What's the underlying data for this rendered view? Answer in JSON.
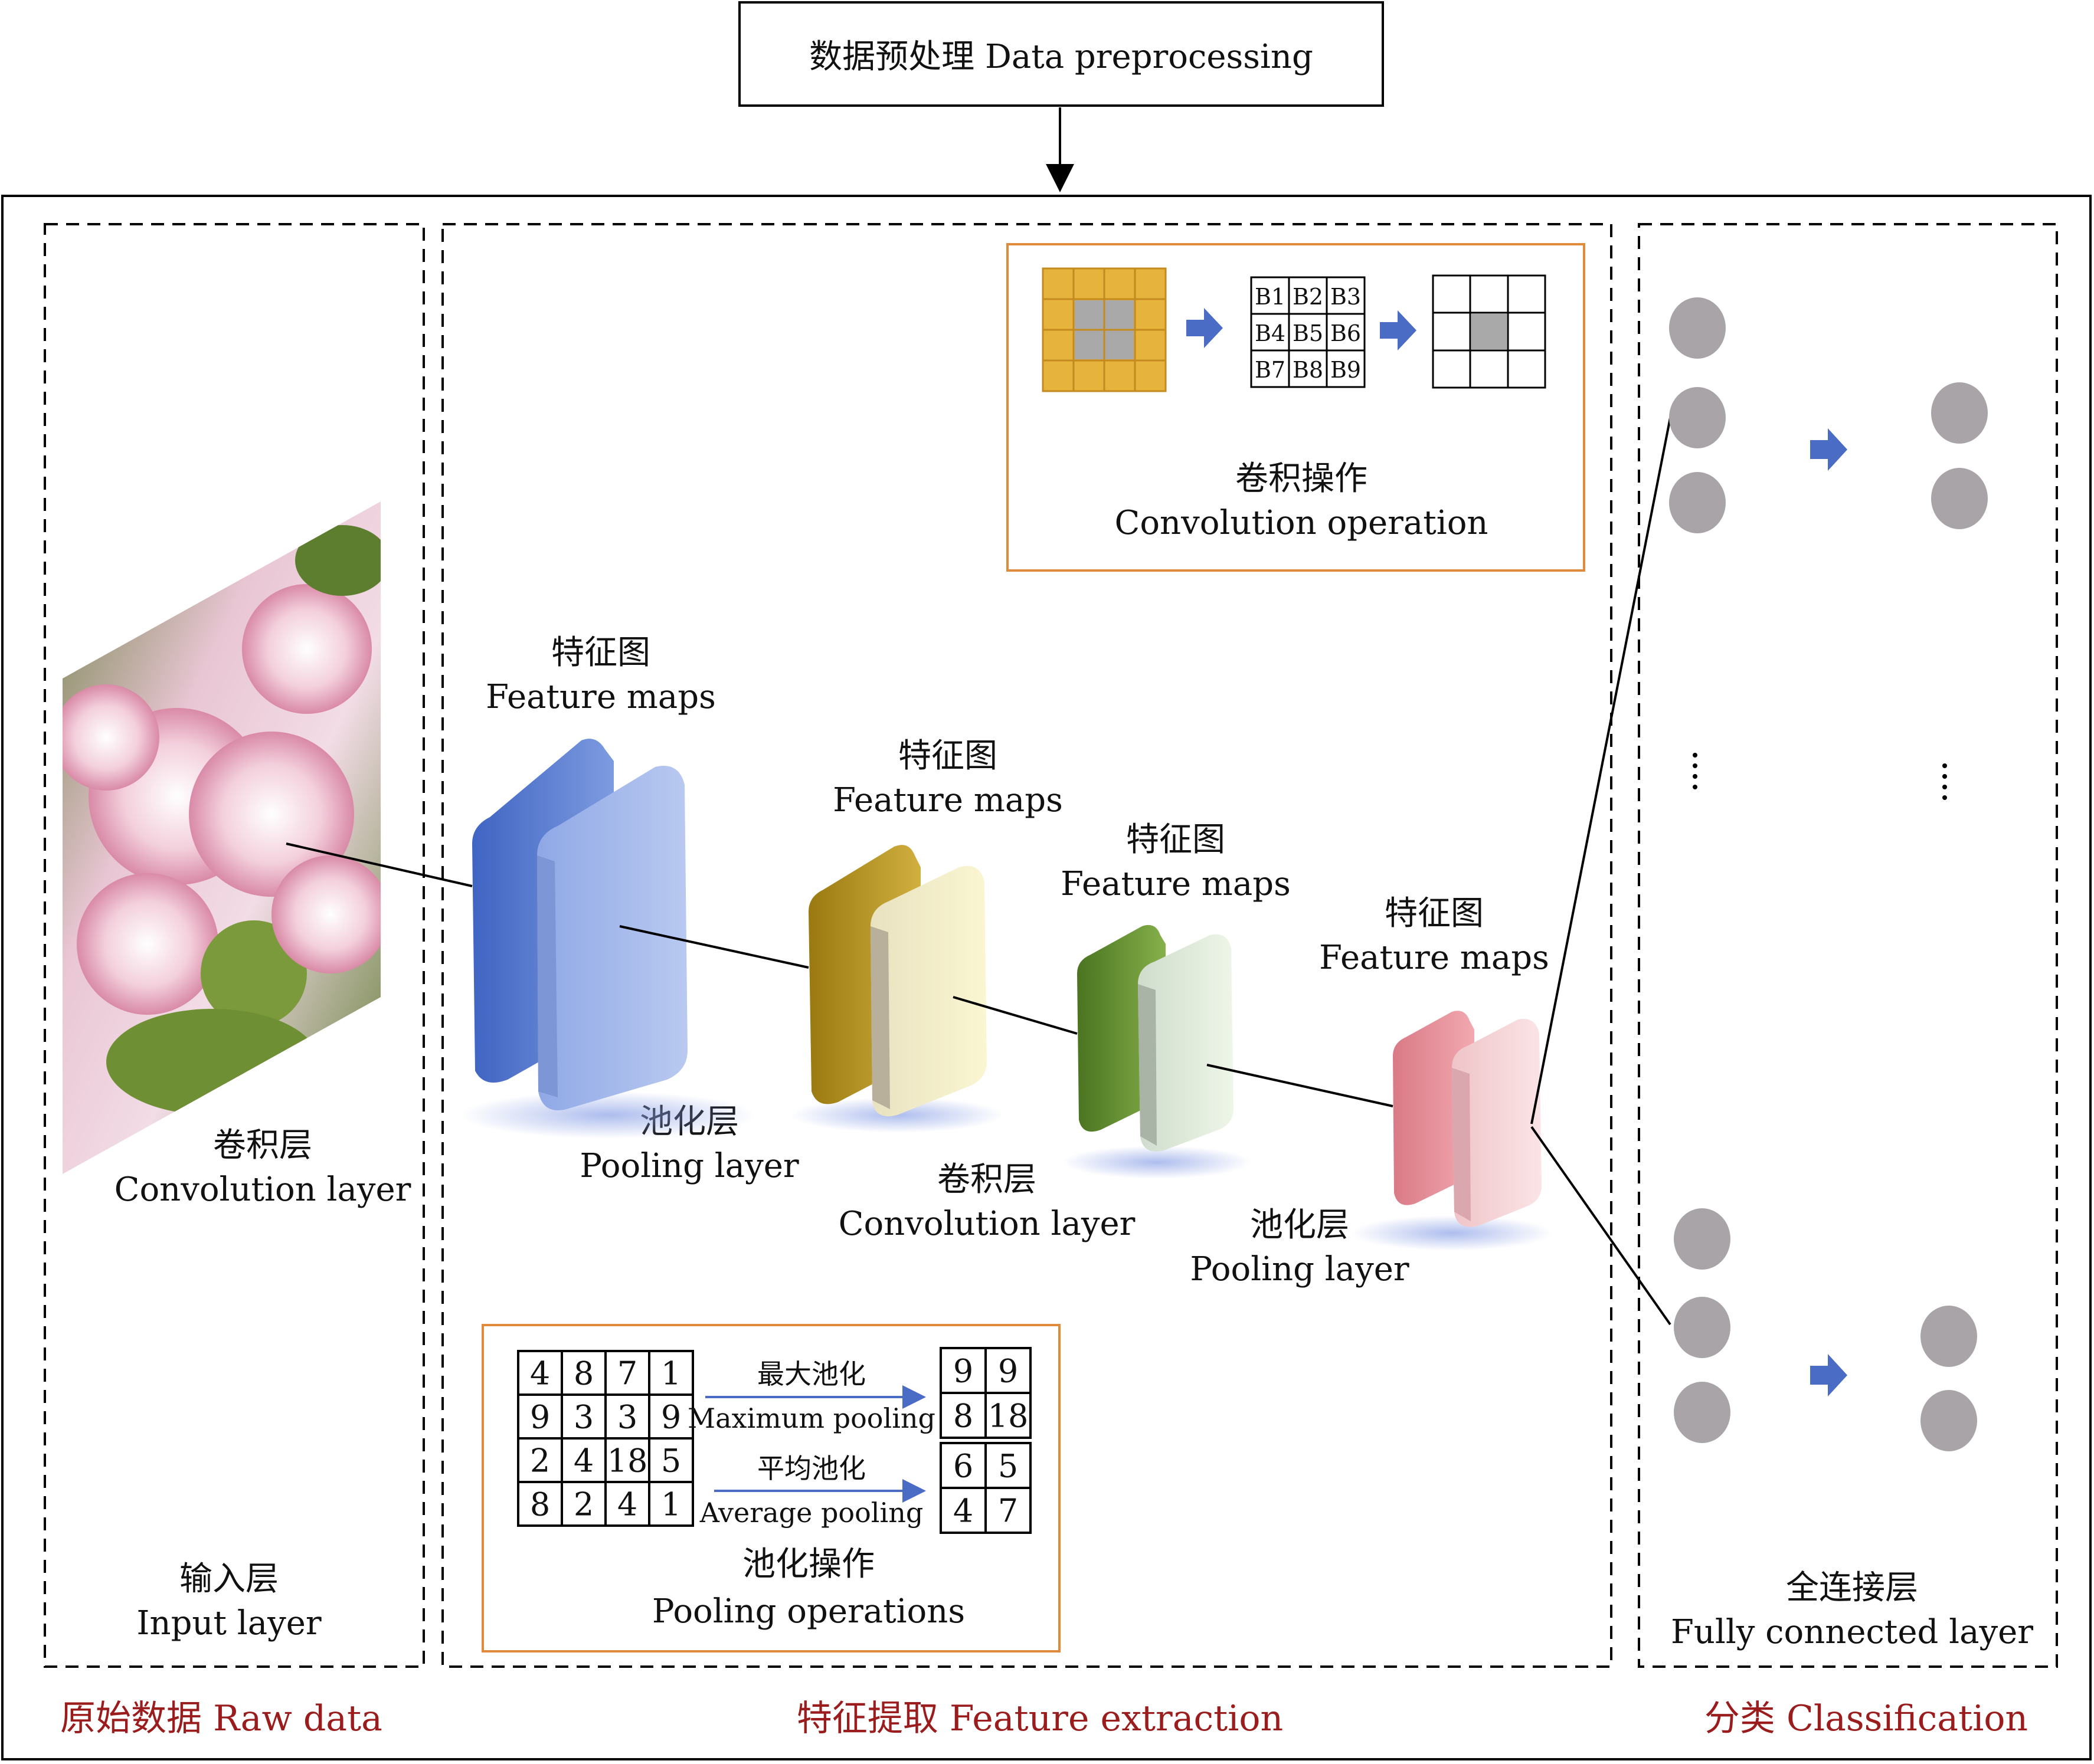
{
  "top_box": {
    "label": "数据预处理 Data preprocessing"
  },
  "sections": {
    "raw": "原始数据 Raw data",
    "feature": "特征提取 Feature extraction",
    "classify": "分类 Classification"
  },
  "input_layer": {
    "zh": "输入层",
    "en": "Input layer"
  },
  "conv_layer_1": {
    "zh": "卷积层",
    "en": "Convolution layer"
  },
  "fmap_1": {
    "zh": "特征图",
    "en": "Feature maps"
  },
  "pool_layer_1": {
    "zh": "池化层",
    "en": "Pooling layer"
  },
  "fmap_2": {
    "zh": "特征图",
    "en": "Feature maps"
  },
  "conv_layer_2": {
    "zh": "卷积层",
    "en": "Convolution layer"
  },
  "fmap_3": {
    "zh": "特征图",
    "en": "Feature maps"
  },
  "fmap_4": {
    "zh": "特征图",
    "en": "Feature maps"
  },
  "pool_layer_2": {
    "zh": "池化层",
    "en": "Pooling layer"
  },
  "fc_layer": {
    "zh": "全连接层",
    "en": "Fully connected layer"
  },
  "conv_op": {
    "zh": "卷积操作",
    "en": "Convolution operation",
    "kernel_cells": [
      "B1",
      "B2",
      "B3",
      "B4",
      "B5",
      "B6",
      "B7",
      "B8",
      "B9"
    ]
  },
  "pool_op": {
    "zh": "池化操作",
    "en": "Pooling operations",
    "input_grid": [
      [
        "4",
        "8",
        "7",
        "1"
      ],
      [
        "9",
        "3",
        "3",
        "9"
      ],
      [
        "2",
        "4",
        "18",
        "5"
      ],
      [
        "8",
        "2",
        "4",
        "1"
      ]
    ],
    "max_zh": "最大池化",
    "max_en": "Maximum pooling",
    "max_grid": [
      [
        "9",
        "9"
      ],
      [
        "8",
        "18"
      ]
    ],
    "avg_zh": "平均池化",
    "avg_en": "Average pooling",
    "avg_grid": [
      [
        "6",
        "5"
      ],
      [
        "4",
        "7"
      ]
    ]
  },
  "colors": {
    "section_label": "#9b1c1c",
    "op_frame": "#e08a3c",
    "conv_input": "#e6b43c",
    "highlight": "#a9a9a9",
    "arrow": "#4a6cc4",
    "node": "#a9a4a8",
    "block_blue": "#6f8fd8",
    "block_gold": "#b8961e",
    "block_green": "#5f8a2a",
    "block_pink": "#e89aa2"
  }
}
